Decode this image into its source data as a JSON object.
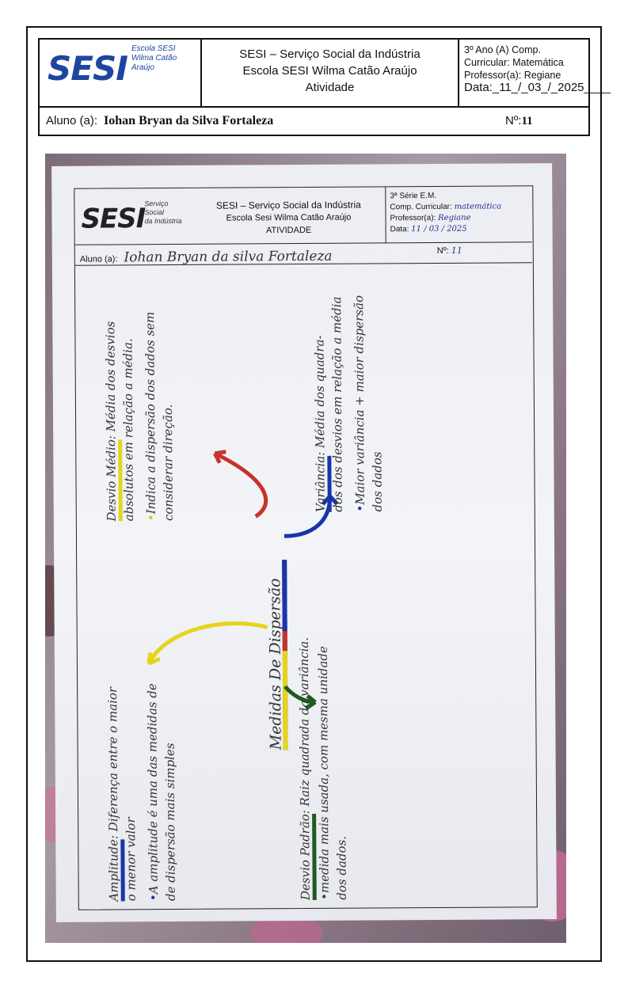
{
  "header": {
    "logo_word": "SESI",
    "logo_sub": [
      "Escola SESI",
      "Wilma Catão",
      "Araújo"
    ],
    "title_line1": "SESI – Serviço Social da Indústria",
    "title_line2": "Escola SESI Wilma Catão Araújo",
    "title_line3": "Atividade",
    "grade": "3º Ano (A) Comp.",
    "subject": "Curricular: Matemática",
    "teacher": "Professor(a): Regiane",
    "date": "Data:_11_/_03_/_2025____",
    "student_label": "Aluno (a):",
    "student_name": "Iohan Bryan da Silva Fortaleza",
    "number_label": "Nº:",
    "number": "11"
  },
  "photo": {
    "logo_word": "SESI",
    "logo_sub": [
      "Serviço",
      "Social",
      "da Indústria"
    ],
    "title_line1": "SESI – Serviço Social da Indústria",
    "title_line2": "Escola Sesi Wilma Catão Araújo",
    "title_line3": "ATIVIDADE",
    "grade": "3ª Série E.M.",
    "subject_label": "Comp. Curricular:",
    "subject_hand": "matemática",
    "teacher_label": "Professor(a):",
    "teacher_hand": "Regiane",
    "date_label": "Data:",
    "date_hand": "11 / 03 / 2025",
    "student_label": "Aluno (a):",
    "student_hand": "Iohan Bryan da silva Fortaleza",
    "number_label": "Nº:",
    "number_hand": "11",
    "mindmap": {
      "center": "Medidas De Dispersão",
      "desvio_medio": {
        "title": "Desvio Médio",
        "line1": "Média dos desvios",
        "line2": "absolutos em relação a média.",
        "line3": "Indica a dispersão dos dados sem",
        "line4": "considerar direção."
      },
      "variancia": {
        "title": "Variância",
        "line1": "Média dos quadra-",
        "line2": "dos dos desvios em relação a média",
        "line3": "Maior variância + maior dispersão",
        "line4": "dos dados"
      },
      "amplitude": {
        "title": "Amplitude",
        "line1": "Diferença entre o maior",
        "line2": "o menor valor",
        "line3": "A amplitude é uma das medidas de",
        "line4": "de dispersão mais simples"
      },
      "desvio_padrao": {
        "title": "Desvio Padrão",
        "line1": "Raiz quadrada da variância.",
        "line2": "medida mais usada, com mesma unidade",
        "line3": "dos dados."
      }
    }
  }
}
